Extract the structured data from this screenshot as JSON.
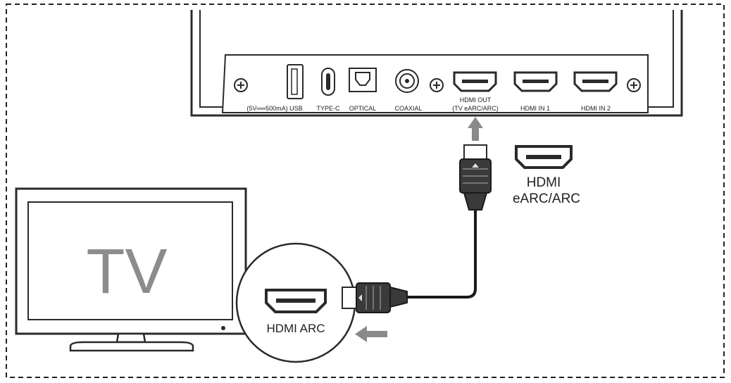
{
  "soundbar": {
    "ports": {
      "usb": "(5V══500mA) USB",
      "type_c": "TYPE-C",
      "optical": "OPTICAL",
      "coaxial": "COAXIAL",
      "hdmi_out_line1": "HDMI OUT",
      "hdmi_out_line2": "(TV eARC/ARC)",
      "hdmi_in_1": "HDMI IN 1",
      "hdmi_in_2": "HDMI IN 2"
    }
  },
  "callout_hdmi": {
    "line1": "HDMI",
    "line2": "eARC/ARC"
  },
  "tv": {
    "screen_text": "TV",
    "port_label": "HDMI ARC"
  },
  "colors": {
    "outline": "#2a2a2a",
    "tv_text": "#8c8c8c",
    "arrow": "#8a8a8a",
    "plug_dark": "#3a3a3a"
  }
}
